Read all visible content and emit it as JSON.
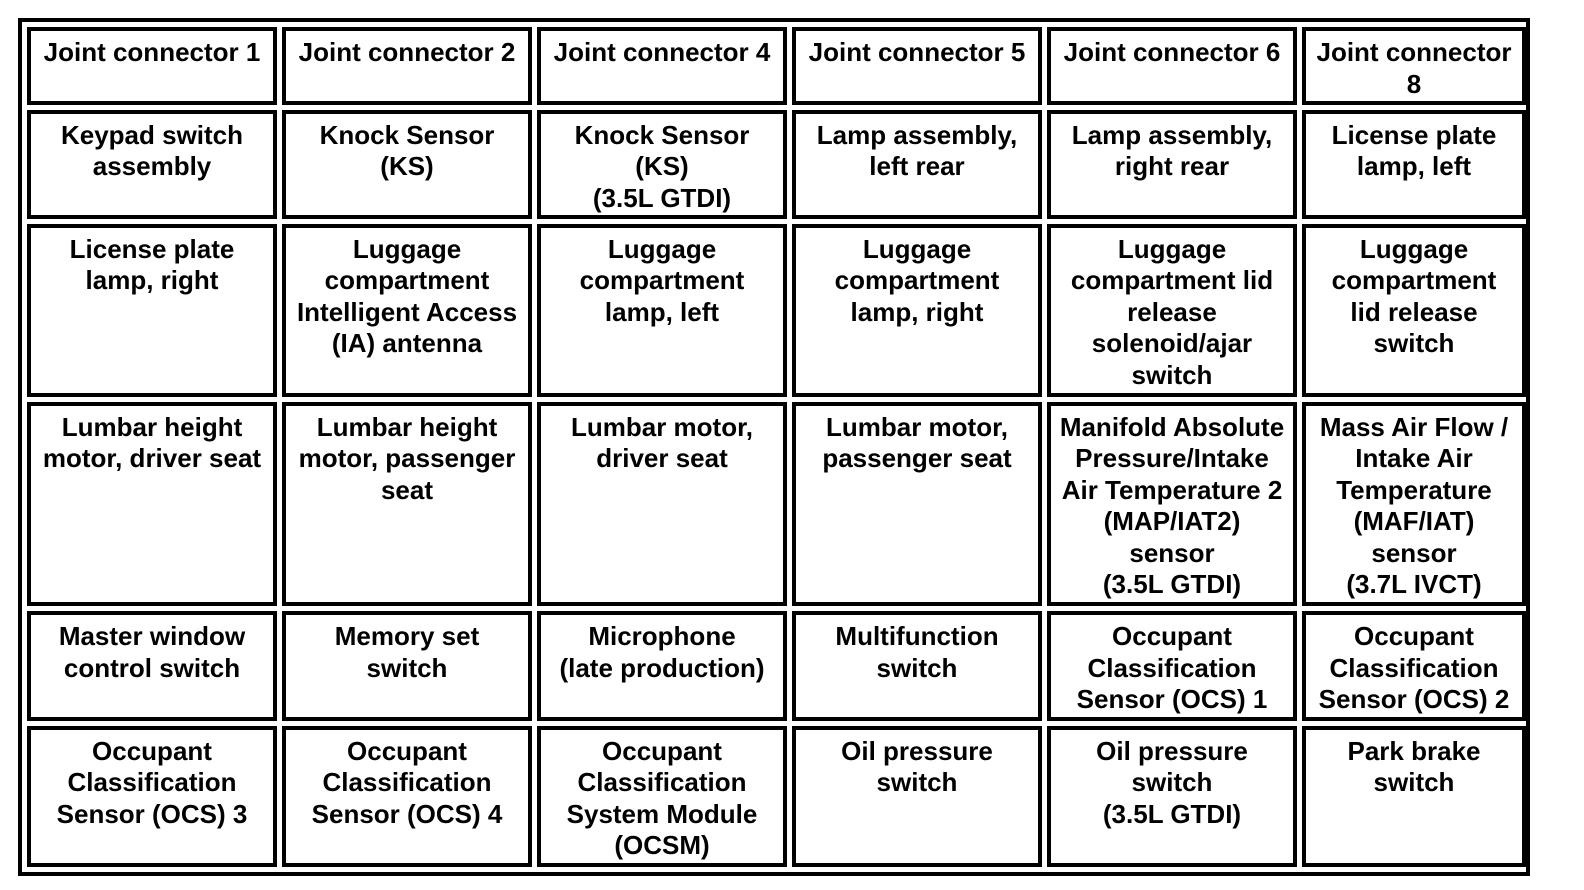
{
  "header": [
    "Joint connector 1",
    "Joint connector 2",
    "Joint connector 4",
    "Joint connector 5",
    "Joint connector 6",
    "Joint connector\n8"
  ],
  "rows": [
    [
      "Keypad switch\nassembly",
      "Knock Sensor\n(KS)",
      "Knock Sensor\n(KS)\n(3.5L GTDI)",
      "Lamp assembly,\nleft rear",
      "Lamp assembly,\nright rear",
      "License plate\nlamp, left"
    ],
    [
      "License plate\nlamp, right",
      "Luggage\ncompartment\nIntelligent Access\n(IA) antenna",
      "Luggage\ncompartment\nlamp, left",
      "Luggage\ncompartment\nlamp, right",
      "Luggage\ncompartment lid\nrelease\nsolenoid/ajar\nswitch",
      "Luggage\ncompartment\nlid release\nswitch"
    ],
    [
      "Lumbar height\nmotor, driver seat",
      "Lumbar height\nmotor, passenger\nseat",
      "Lumbar motor,\ndriver seat",
      "Lumbar motor,\npassenger seat",
      "Manifold Absolute\nPressure/Intake\nAir Temperature 2\n(MAP/IAT2)\nsensor\n(3.5L GTDI)",
      "Mass Air Flow /\nIntake Air\nTemperature\n(MAF/IAT)\nsensor\n(3.7L IVCT)"
    ],
    [
      "Master window\ncontrol switch",
      "Memory set\nswitch",
      "Microphone\n(late production)",
      "Multifunction\nswitch",
      "Occupant\nClassification\nSensor (OCS) 1",
      "Occupant\nClassification\nSensor (OCS) 2"
    ],
    [
      "Occupant\nClassification\nSensor (OCS) 3",
      "Occupant\nClassification\nSensor (OCS) 4",
      "Occupant\nClassification\nSystem Module\n(OCSM)",
      "Oil pressure\nswitch",
      "Oil pressure\nswitch\n(3.5L GTDI)",
      "Park brake\nswitch"
    ]
  ]
}
